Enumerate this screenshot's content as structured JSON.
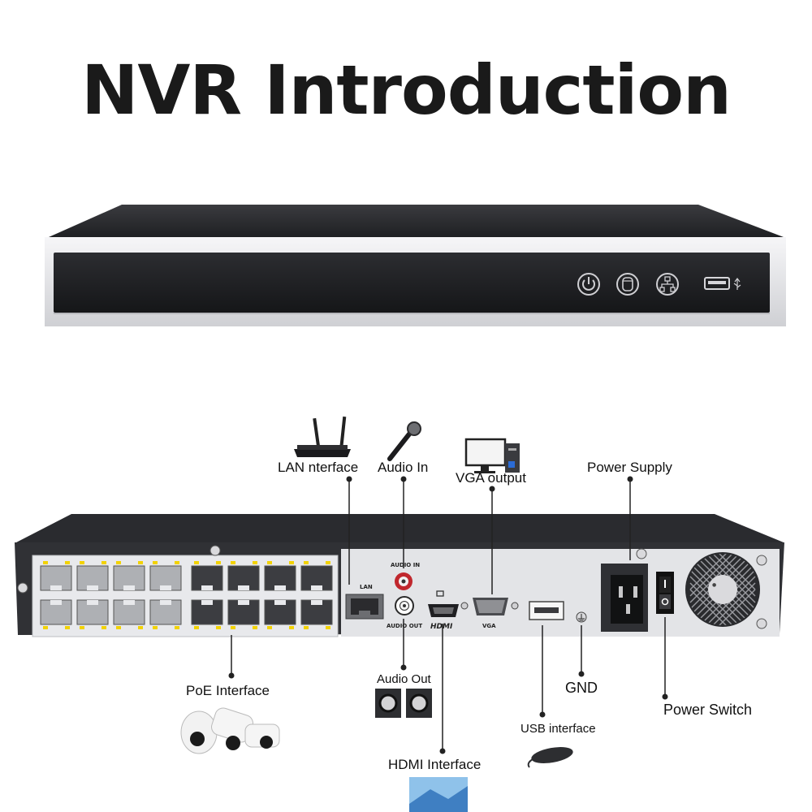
{
  "title": "NVR Introduction",
  "rear_labels": {
    "lan": "LAN nterface",
    "audio_in": "Audio In",
    "vga": "VGA output",
    "power_supply": "Power Supply",
    "poe": "PoE Interface",
    "audio_out": "Audio Out",
    "gnd": "GND",
    "power_switch": "Power Switch",
    "usb": "USB interface",
    "hdmi": "HDMI Interface"
  },
  "panel_print": {
    "lan": "LAN",
    "audio_in": "AUDIO IN",
    "audio_out": "AUDIO OUT",
    "hdmi": "HDMI",
    "vga": "VGA"
  },
  "front_icons": [
    "power-icon",
    "hdd-icon",
    "network-icon",
    "usb-port-icon"
  ],
  "colors": {
    "case_dark": "#2e2f33",
    "panel_silver": "#e6e7ea",
    "port_led_yellow": "#f2d200",
    "rca_red": "#c0272d"
  }
}
